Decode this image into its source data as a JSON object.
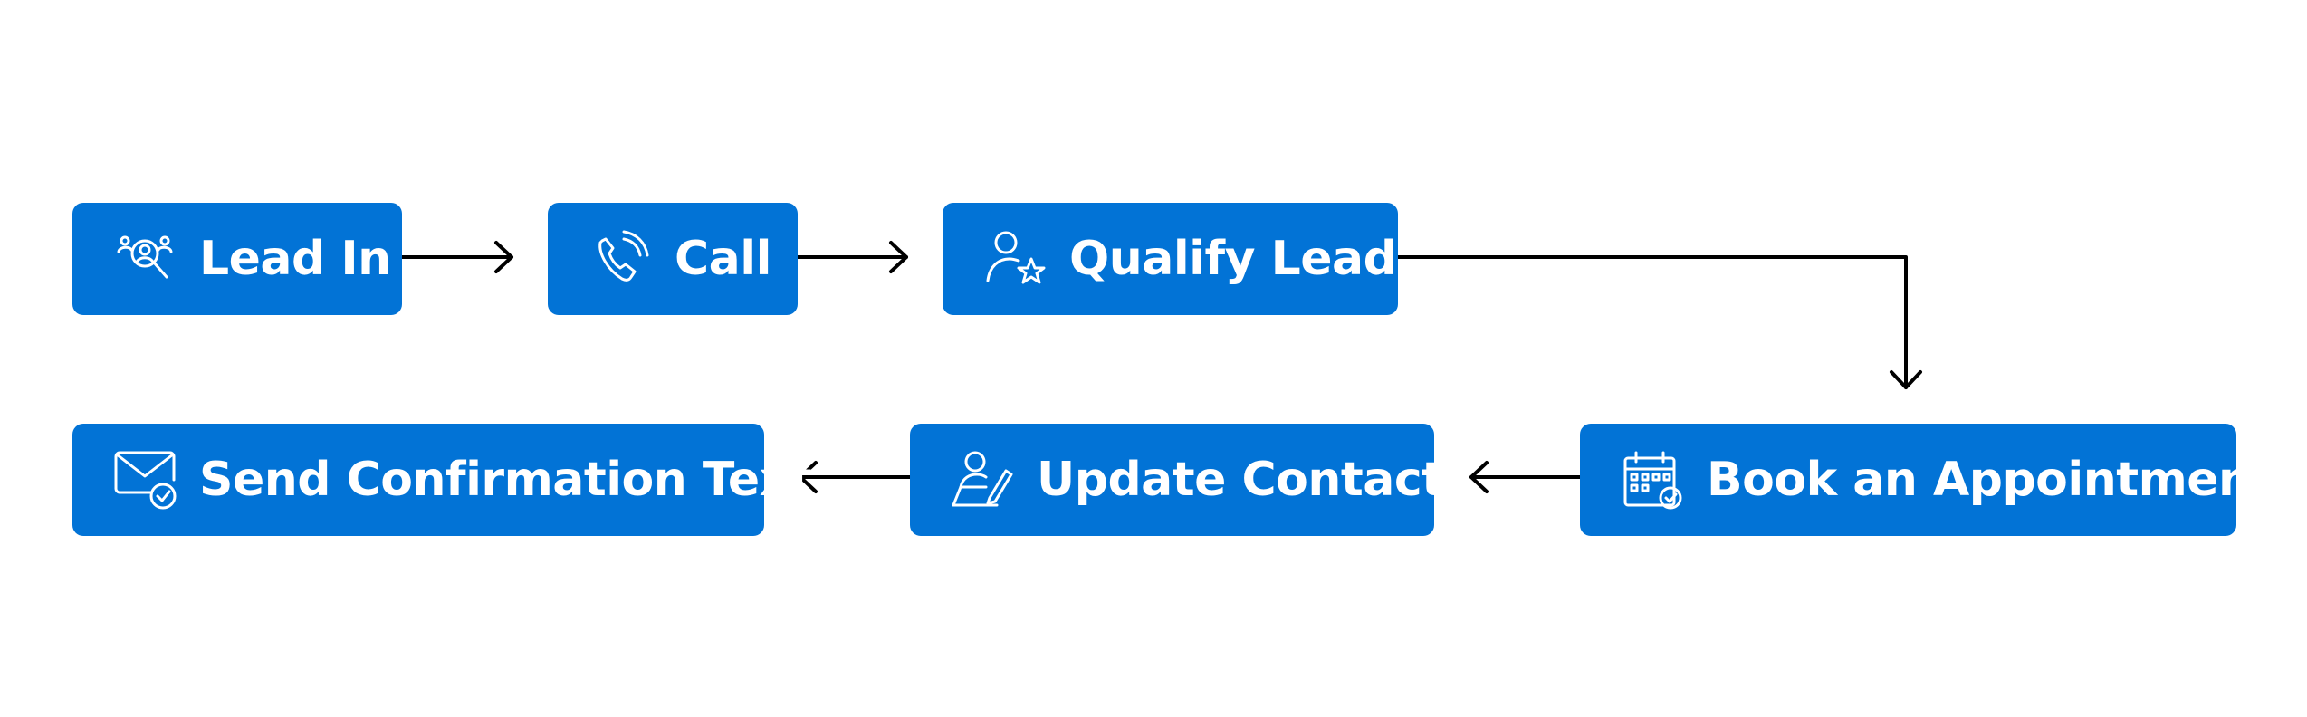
{
  "steps": [
    {
      "label": "Lead In",
      "icon": "lead-search-icon"
    },
    {
      "label": "Call",
      "icon": "phone-call-icon"
    },
    {
      "label": "Qualify Lead",
      "icon": "user-star-icon"
    },
    {
      "label": "Book an Appointment",
      "icon": "calendar-check-icon"
    },
    {
      "label": "Update Contact",
      "icon": "user-edit-icon"
    },
    {
      "label": "Send Confirmation Text",
      "icon": "envelope-check-icon"
    }
  ],
  "colors": {
    "box": "#0273d6",
    "text": "#ffffff",
    "arrow": "#000000"
  }
}
